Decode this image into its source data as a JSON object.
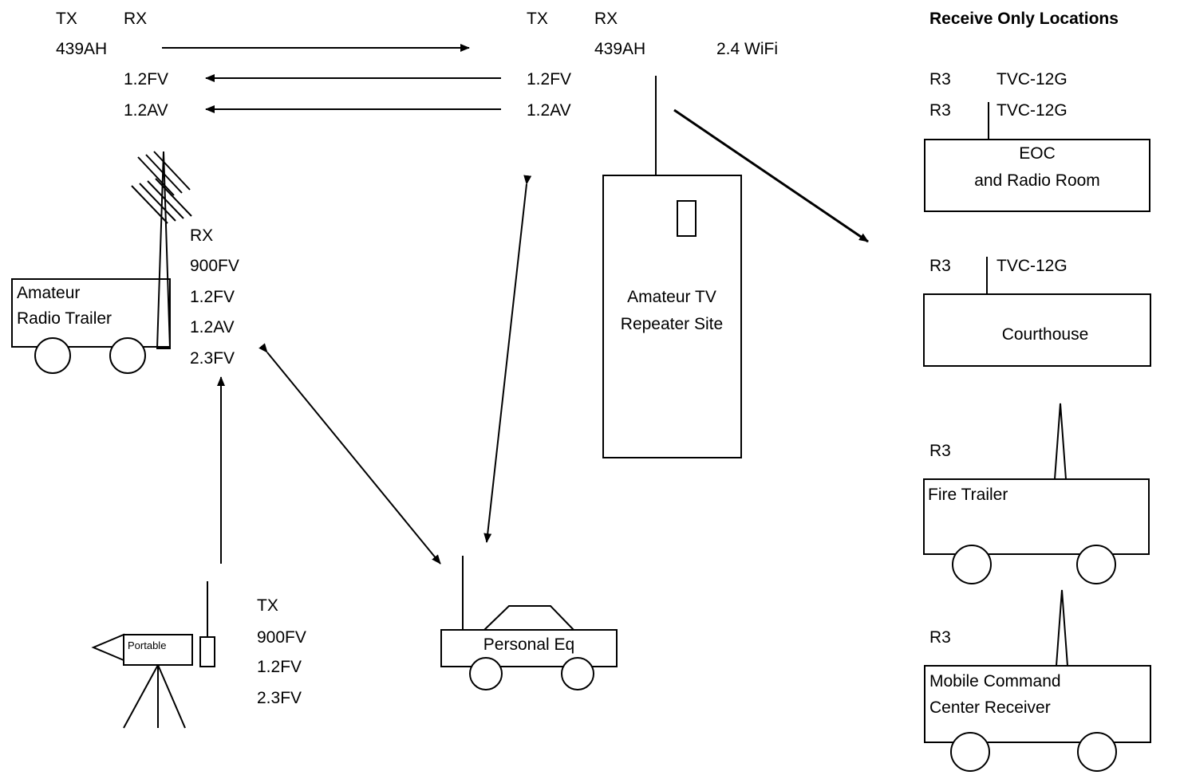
{
  "header": {
    "tx_left": "TX",
    "rx_left": "RX",
    "freq_left": "439AH",
    "tx_center": "TX",
    "rx_center": "RX",
    "freq_center": "439AH",
    "wifi": "2.4 WiFi",
    "receive_only_title": "Receive Only Locations"
  },
  "links": {
    "fv_left": "1.2FV",
    "av_left": "1.2AV",
    "fv_right": "1.2FV",
    "av_right": "1.2AV"
  },
  "trailer": {
    "label_line1": "Amateur",
    "label_line2": "Radio Trailer",
    "rx_title": "RX",
    "rx_freqs": [
      "900FV",
      "1.2FV",
      "1.2AV",
      "2.3FV"
    ]
  },
  "repeater": {
    "label_line1": "Amateur TV",
    "label_line2": "Repeater Site"
  },
  "portable": {
    "label": "Portable",
    "tx_title": "TX",
    "tx_freqs": [
      "900FV",
      "1.2FV",
      "2.3FV"
    ]
  },
  "personal": {
    "label": "Personal Eq"
  },
  "receive_only": {
    "eoc": {
      "r1": "R3",
      "m1": "TVC-12G",
      "r2": "R3",
      "m2": "TVC-12G",
      "line1": "EOC",
      "line2": "and Radio Room"
    },
    "courthouse": {
      "r": "R3",
      "m": "TVC-12G",
      "label": "Courthouse"
    },
    "fire": {
      "r": "R3",
      "label": "Fire Trailer"
    },
    "mobile": {
      "r": "R3",
      "line1": "Mobile Command",
      "line2": "Center Receiver"
    }
  }
}
